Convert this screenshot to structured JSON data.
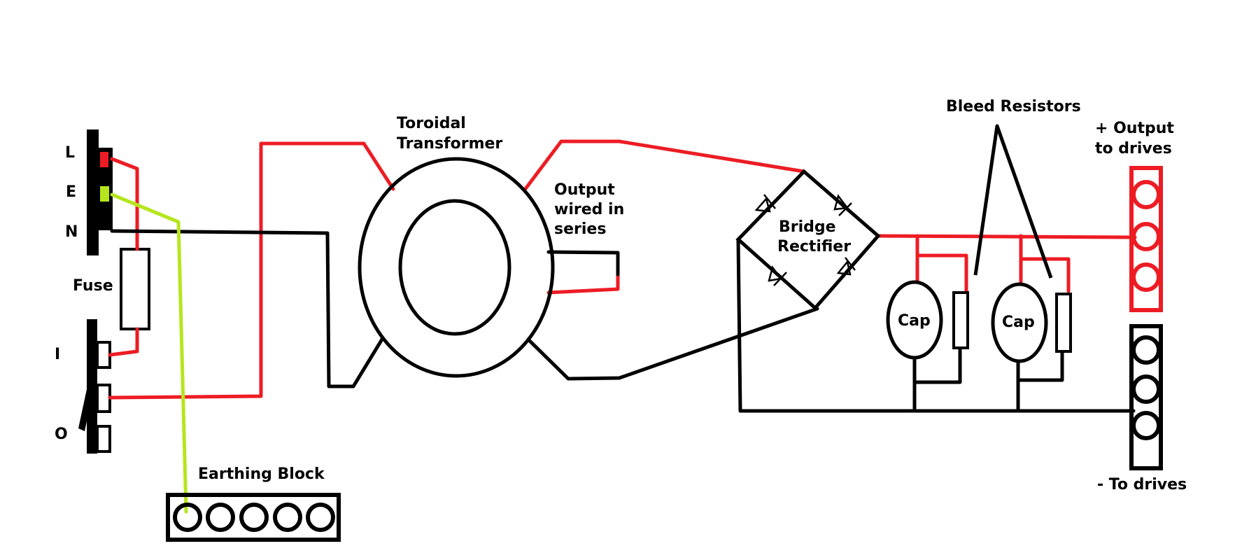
{
  "labels": {
    "live": "L",
    "earth": "E",
    "neutral": "N",
    "fuse": "Fuse",
    "switch_on": "I",
    "switch_off": "O",
    "transformer_line1": "Toroidal",
    "transformer_line2": "Transformer",
    "output_line1": "Output",
    "output_line2": "wired in",
    "output_line3": "series",
    "rectifier_line1": "Bridge",
    "rectifier_line2": "Rectifier",
    "bleed_resistors": "Bleed Resistors",
    "cap1": "Cap",
    "cap2": "Cap",
    "pos_output_line1": "+ Output",
    "pos_output_line2": "to drives",
    "neg_output": "- To drives",
    "earthing_block": "Earthing Block"
  },
  "colors": {
    "live_wire": "#ed1c24",
    "neutral_wire": "#000000",
    "earth_wire": "#b5e61d",
    "background": "#ffffff"
  }
}
